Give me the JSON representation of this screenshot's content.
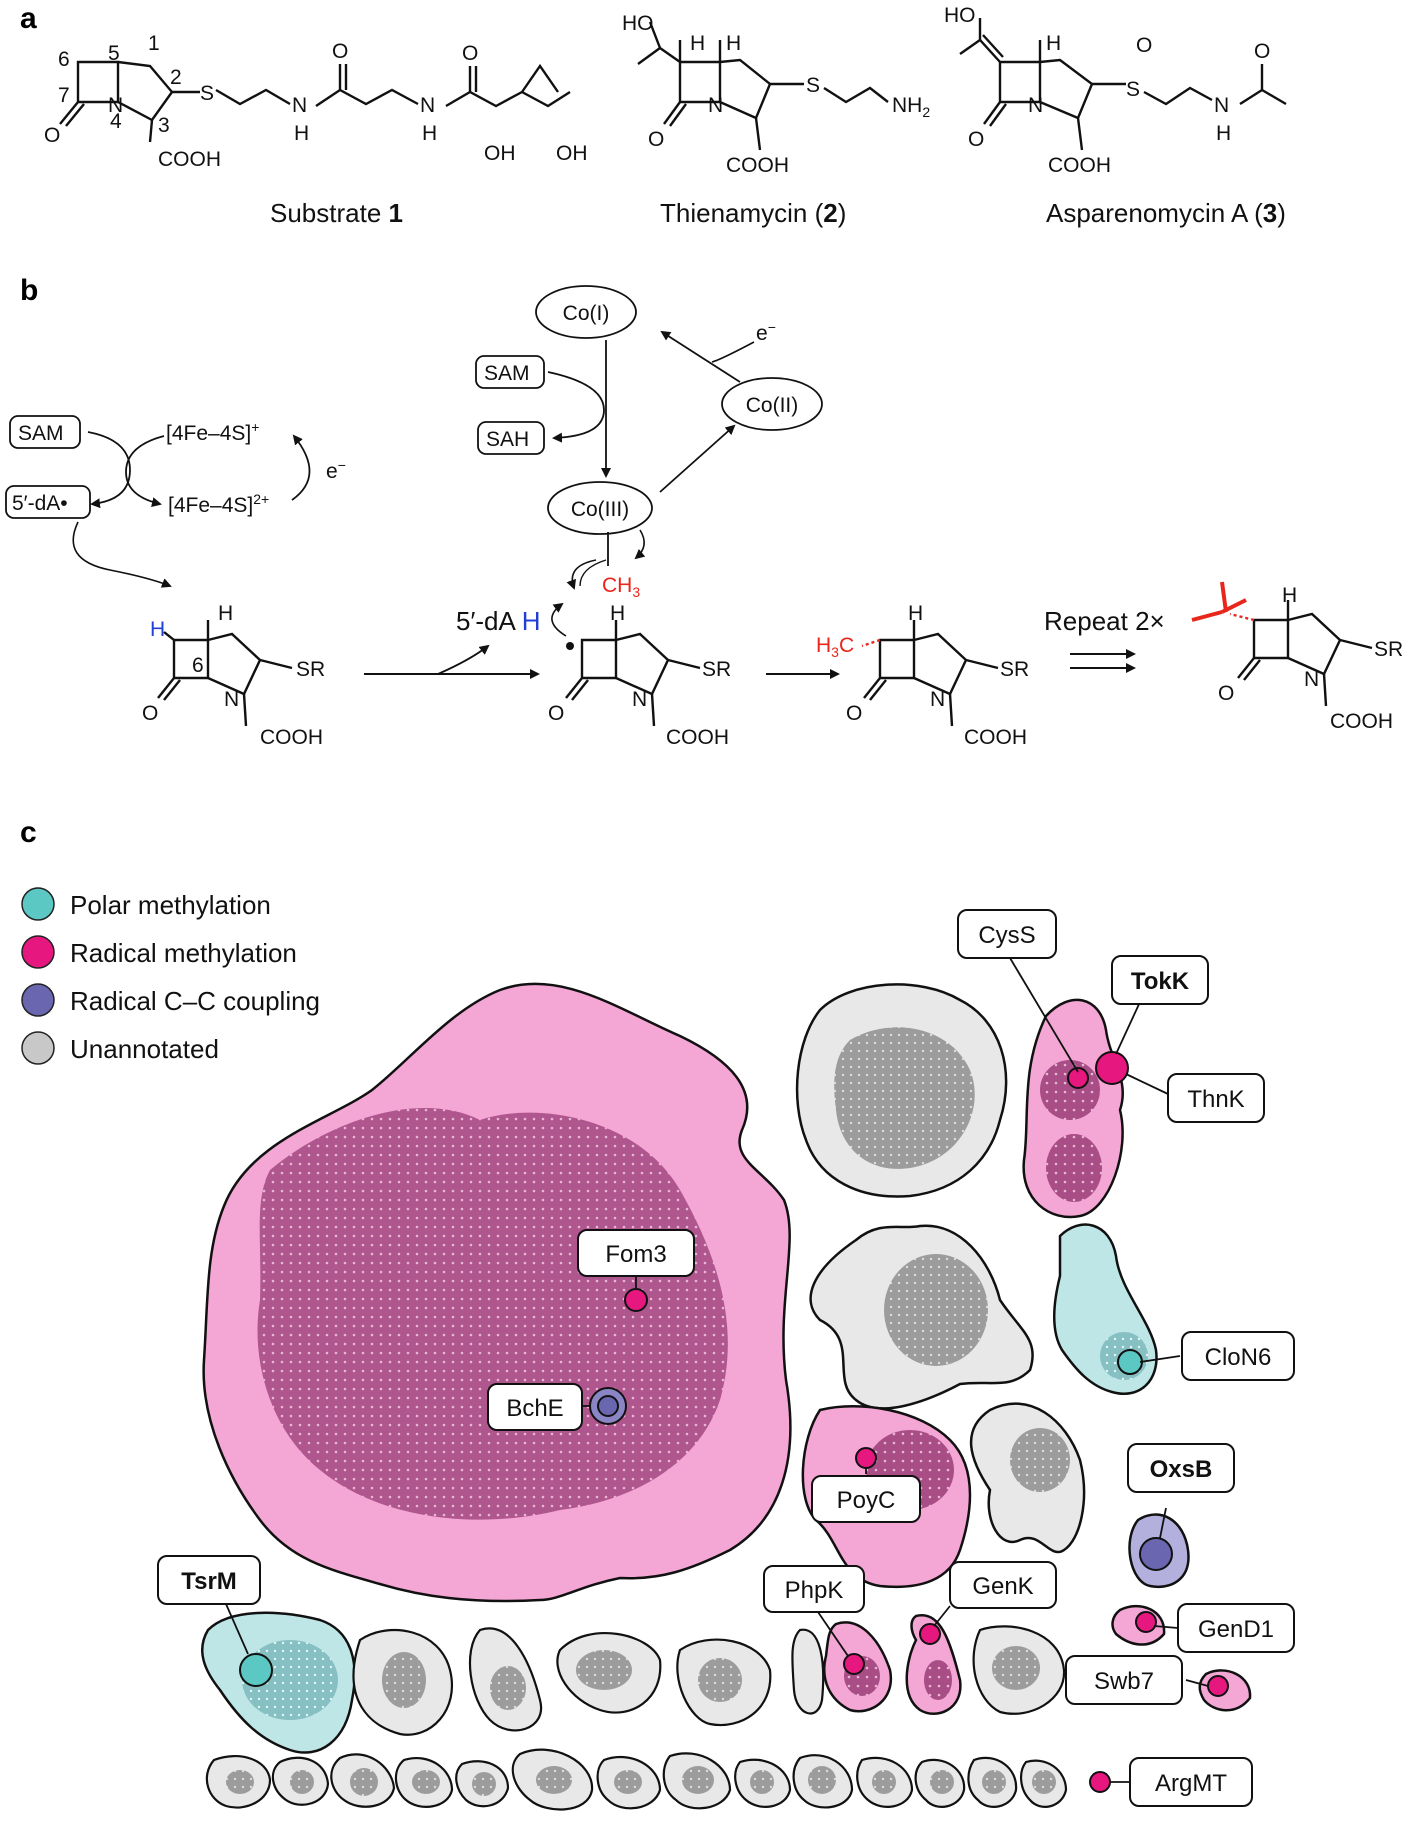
{
  "panels": {
    "a": "a",
    "b": "b",
    "c": "c"
  },
  "panel_a": {
    "compounds": [
      {
        "name": "Substrate ",
        "num": "1"
      },
      {
        "name": "Thienamycin (",
        "num": "2",
        "close": ")"
      },
      {
        "name": "Asparenomycin A (",
        "num": "3",
        "close": ")"
      }
    ],
    "atom_labels": {
      "s1_numbers": [
        "1",
        "2",
        "3",
        "4",
        "5",
        "6",
        "7"
      ],
      "N": "N",
      "S": "S",
      "H": "H",
      "O": "O",
      "COOH": "COOH",
      "OH": "OH",
      "HO": "HO",
      "NH2": "NH",
      "NH2_sub": "2"
    }
  },
  "panel_b": {
    "SAM": "SAM",
    "SAH": "SAH",
    "dA": "5′-dA•",
    "fe_plus": "[4Fe–4S]",
    "fe_plus_sup": "+",
    "fe_2plus": "[4Fe–4S]",
    "fe_2plus_sup": "2+",
    "e_minus": "e",
    "e_sup": "−",
    "co1": "Co(I)",
    "co2": "Co(II)",
    "co3": "Co(III)",
    "ch3": "CH",
    "ch3_sub": "3",
    "h3c": "H",
    "h3c_sub": "3",
    "h3c_c": "C",
    "dAH": "5′-dA",
    "H_blue": "H",
    "six": "6",
    "SR": "SR",
    "repeat": "Repeat 2×"
  },
  "panel_c": {
    "legend": [
      {
        "label": "Polar methylation",
        "color": "#5cc8c4"
      },
      {
        "label": "Radical methylation",
        "color": "#e6177f"
      },
      {
        "label": "Radical C–C coupling",
        "color": "#6b66b0"
      },
      {
        "label": "Unannotated",
        "color": "#c8c8c8"
      }
    ],
    "callouts": {
      "cyss": "CysS",
      "tokk": "TokK",
      "thnk": "ThnK",
      "fom3": "Fom3",
      "bche": "BchE",
      "clon6": "CloN6",
      "poyc": "PoyC",
      "oxsb": "OxsB",
      "tsrm": "TsrM",
      "phpk": "PhpK",
      "genk": "GenK",
      "gend1": "GenD1",
      "swb7": "Swb7",
      "argmt": "ArgMT"
    },
    "cluster_colors": {
      "magenta_fill": "#f4a6d4",
      "magenta_dense": "#b0528a",
      "grey_fill": "#e8e8e8",
      "grey_dense": "#a6a6a6",
      "teal_fill": "#bfe6e6"
    }
  }
}
